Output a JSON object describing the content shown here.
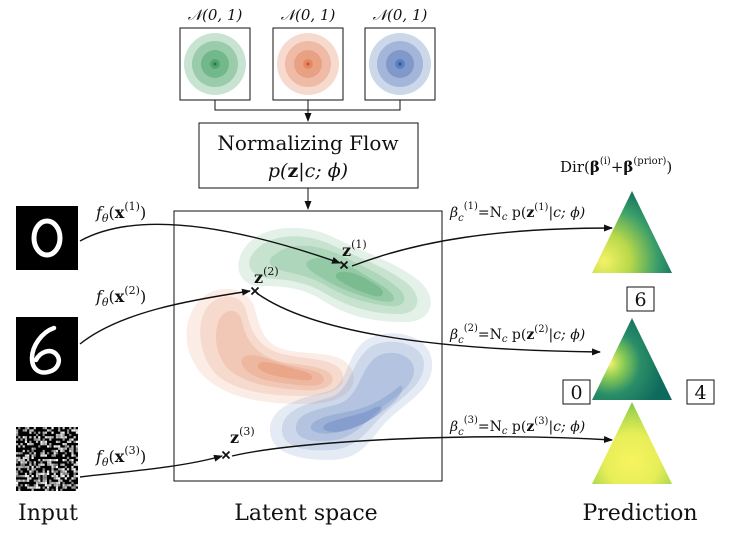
{
  "priors": {
    "labels": [
      "𝒩(0, 1)",
      "𝒩(0, 1)",
      "𝒩(0, 1)"
    ],
    "colors": [
      "#3a9a5a",
      "#e07a50",
      "#4a6fb5"
    ]
  },
  "flow": {
    "title": "Normalizing Flow",
    "formula_lead": "p(",
    "formula_z": "z",
    "formula_tail": "|c; ϕ)"
  },
  "inputs": {
    "encoder_symbol": "f",
    "encoder_subscript": "θ",
    "x_symbol": "x",
    "indices": [
      "(1)",
      "(2)",
      "(3)"
    ]
  },
  "latent": {
    "z_symbol": "z",
    "indices": [
      "(1)",
      "(2)",
      "(3)"
    ]
  },
  "beta_equations": {
    "beta": "β",
    "c": "c",
    "rhs_lead": "=N",
    "rhs_mid": " p(",
    "rhs_tail": "|c; ϕ)",
    "indices": [
      "(1)",
      "(2)",
      "(3)"
    ]
  },
  "dirichlet": {
    "prefix": "Dir(",
    "beta": "β",
    "i_sup": "(i)",
    "plus": "+",
    "prior_sup": "(prior)",
    "suffix": ")"
  },
  "class_labels": [
    "6",
    "0",
    "4"
  ],
  "captions": {
    "input": "Input",
    "latent": "Latent space",
    "prediction": "Prediction"
  }
}
